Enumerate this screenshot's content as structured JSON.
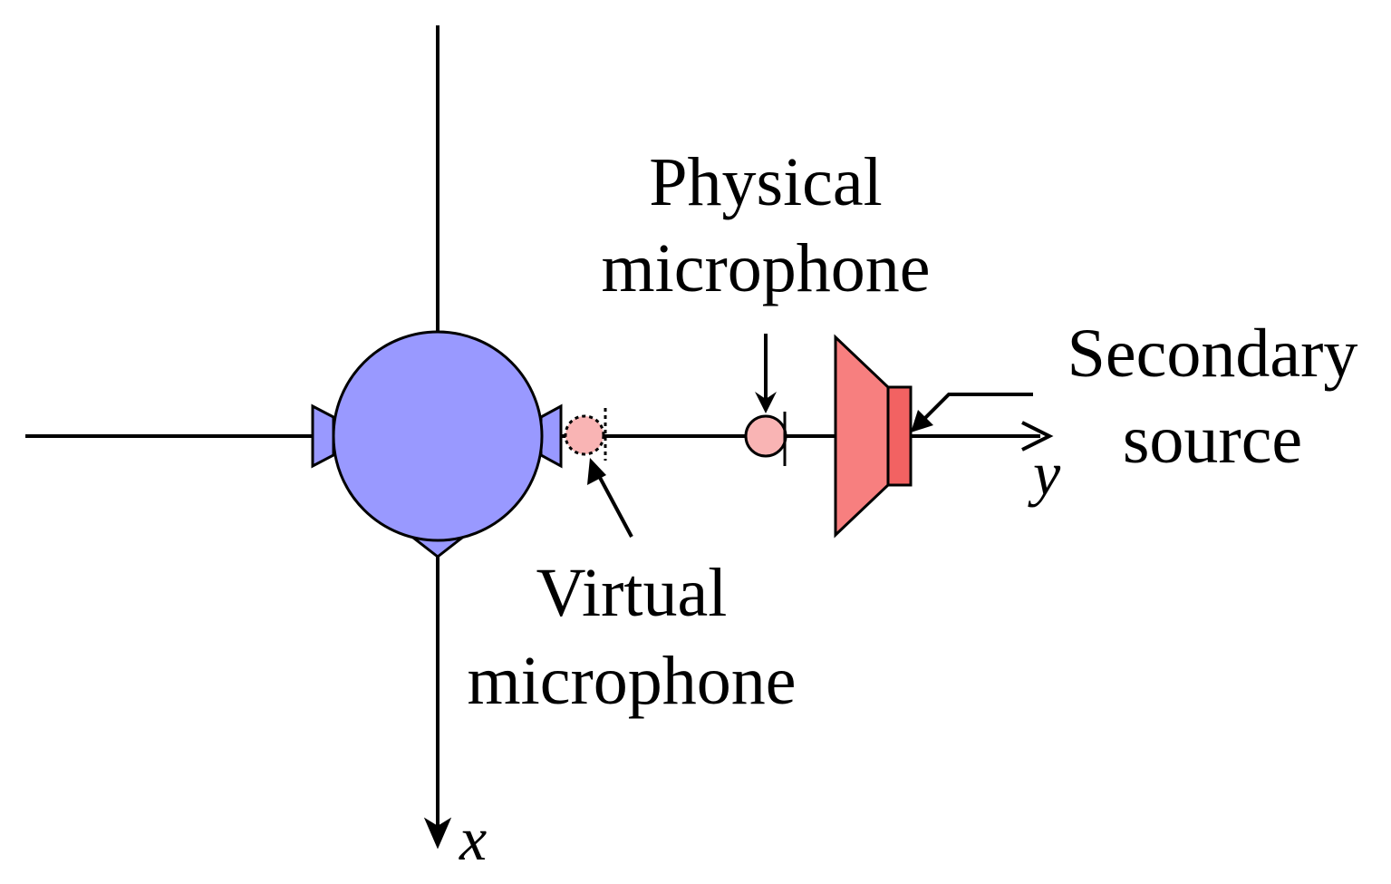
{
  "labels": {
    "physical_line1": "Physical",
    "physical_line2": "microphone",
    "secondary_line1": "Secondary",
    "secondary_line2": "source",
    "virtual_line1": "Virtual",
    "virtual_line2": "microphone",
    "axis_x": "x",
    "axis_y": "y"
  },
  "colors": {
    "head": "#9999ff",
    "virtual_mic": "#f9b4b4",
    "physical_mic": "#f9b4b4",
    "speaker_cone": "#f77f7f",
    "speaker_body": "#f26262",
    "stroke": "#000000"
  },
  "icons": {
    "head": "head-icon",
    "left_ear": "left-ear-icon",
    "right_ear": "right-ear-icon",
    "nose": "nose-icon",
    "virtual_mic": "virtual-microphone-icon",
    "physical_mic": "physical-microphone-icon",
    "speaker": "loudspeaker-icon"
  }
}
